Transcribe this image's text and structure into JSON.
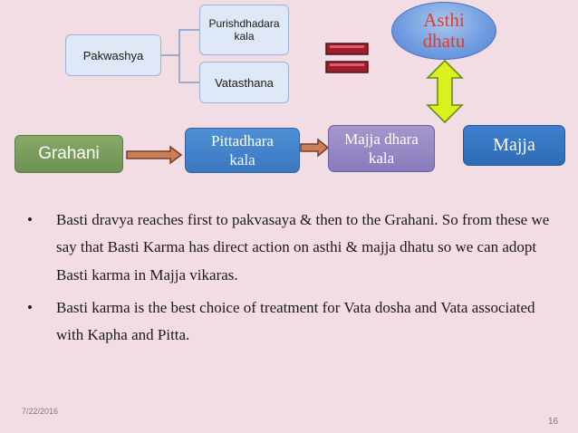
{
  "diagram": {
    "pakwashya": "Pakwashya",
    "purishdhadara": "Purishdhadara kala",
    "vatasthana": "Vatasthana",
    "asthi_dhatu": [
      "Asthi",
      "dhatu"
    ],
    "grahani": "Grahani",
    "pittadhara": [
      "Pittadhara",
      "kala"
    ],
    "majja_dhara": [
      "Majja dhara",
      "kala"
    ],
    "majja": "Majja"
  },
  "bullets": [
    "Basti dravya reaches first to pakvasaya & then to the Grahani. So from these we say that Basti Karma has direct action on asthi & majja dhatu so we can adopt Basti karma in Majja vikaras.",
    "Basti karma is the best choice of treatment for Vata dosha and Vata associated with Kapha and Pitta."
  ],
  "bullet_char": "•",
  "footer": {
    "date": "7/22/2016",
    "page_number": "16"
  }
}
